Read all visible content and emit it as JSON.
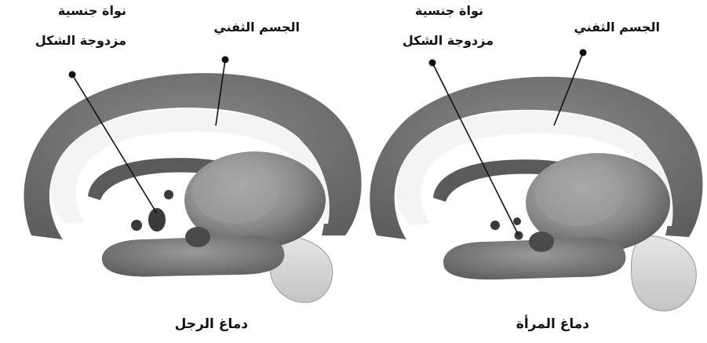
{
  "panels": {
    "male": {
      "caption": "دماغ الرجل",
      "corpus_label": "الجسم الثفني",
      "nucleus_label_line1": "نواة جنسية",
      "nucleus_label_line2": "مزدوجة الشكل"
    },
    "female": {
      "caption": "دماغ المرأة",
      "corpus_label": "الجسم الثفني",
      "nucleus_label_line1": "نواة جنسية",
      "nucleus_label_line2": "مزدوجة الشكل"
    }
  },
  "colors": {
    "cortex": "#6f6f6f",
    "corpus_callosum": "#f4f4f4",
    "inner_dark": "#5a5a5a",
    "thalamus": "#8a8a8a",
    "hypothalamus": "#707070",
    "stem": "#d9d9d9",
    "line": "#111111"
  }
}
